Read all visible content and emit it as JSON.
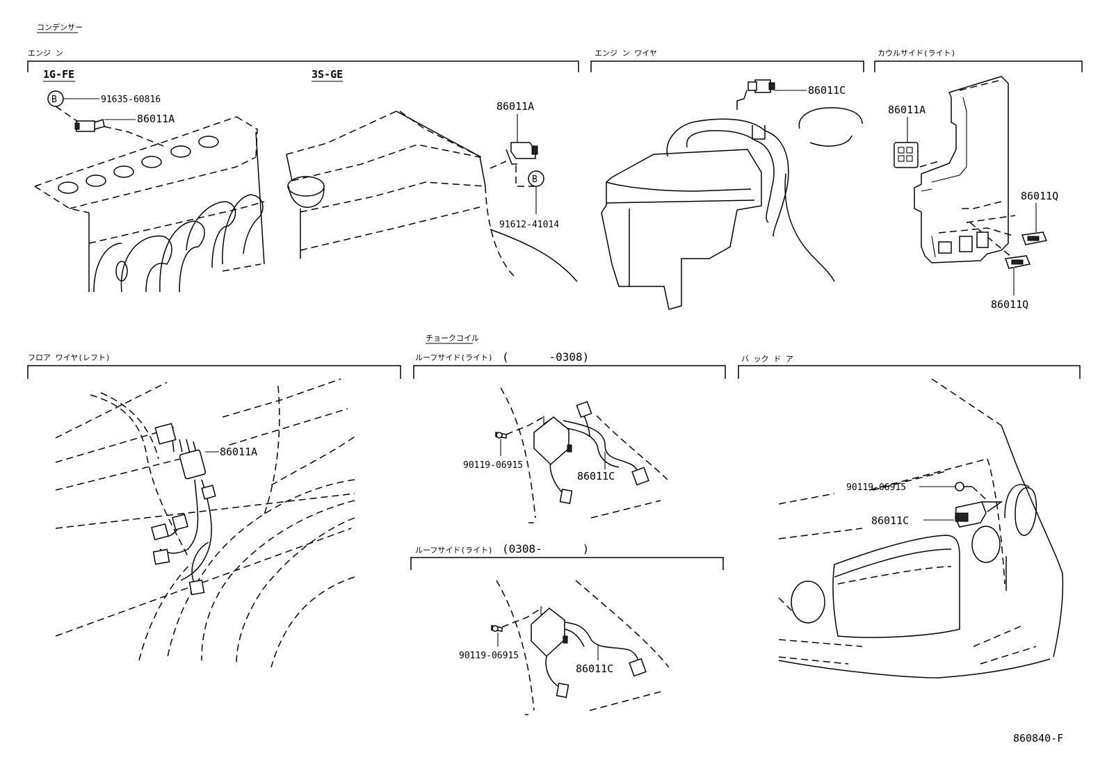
{
  "top_caption": "コンデンサー",
  "sections": {
    "engine": "エンジ ン",
    "engine_wire": "エンジ ン ワイヤ",
    "cowl_side": "カウルサイド(ライト)",
    "floor_wire": "フロア ワイヤ(レフト)",
    "choke_coil": "チョークコイル",
    "roof_side_1": "ルーフサイド(ライト)",
    "roof_side_1_range": "(      -0308)",
    "roof_side_2": "ルーフサイド(ライト)",
    "roof_side_2_range": "(0308-      )",
    "back_door": "バ ック ド ア"
  },
  "engine_variants": {
    "v1": "1G-FE",
    "v2": "3S-GE"
  },
  "bolt_marker": "B",
  "parts": {
    "bolt_1g": "91635-60816",
    "bolt_3s": "91612-41014",
    "a": "86011A",
    "c": "86011C",
    "q": "86011Q",
    "screw": "90119-06915"
  },
  "figure_code": "860840-F"
}
